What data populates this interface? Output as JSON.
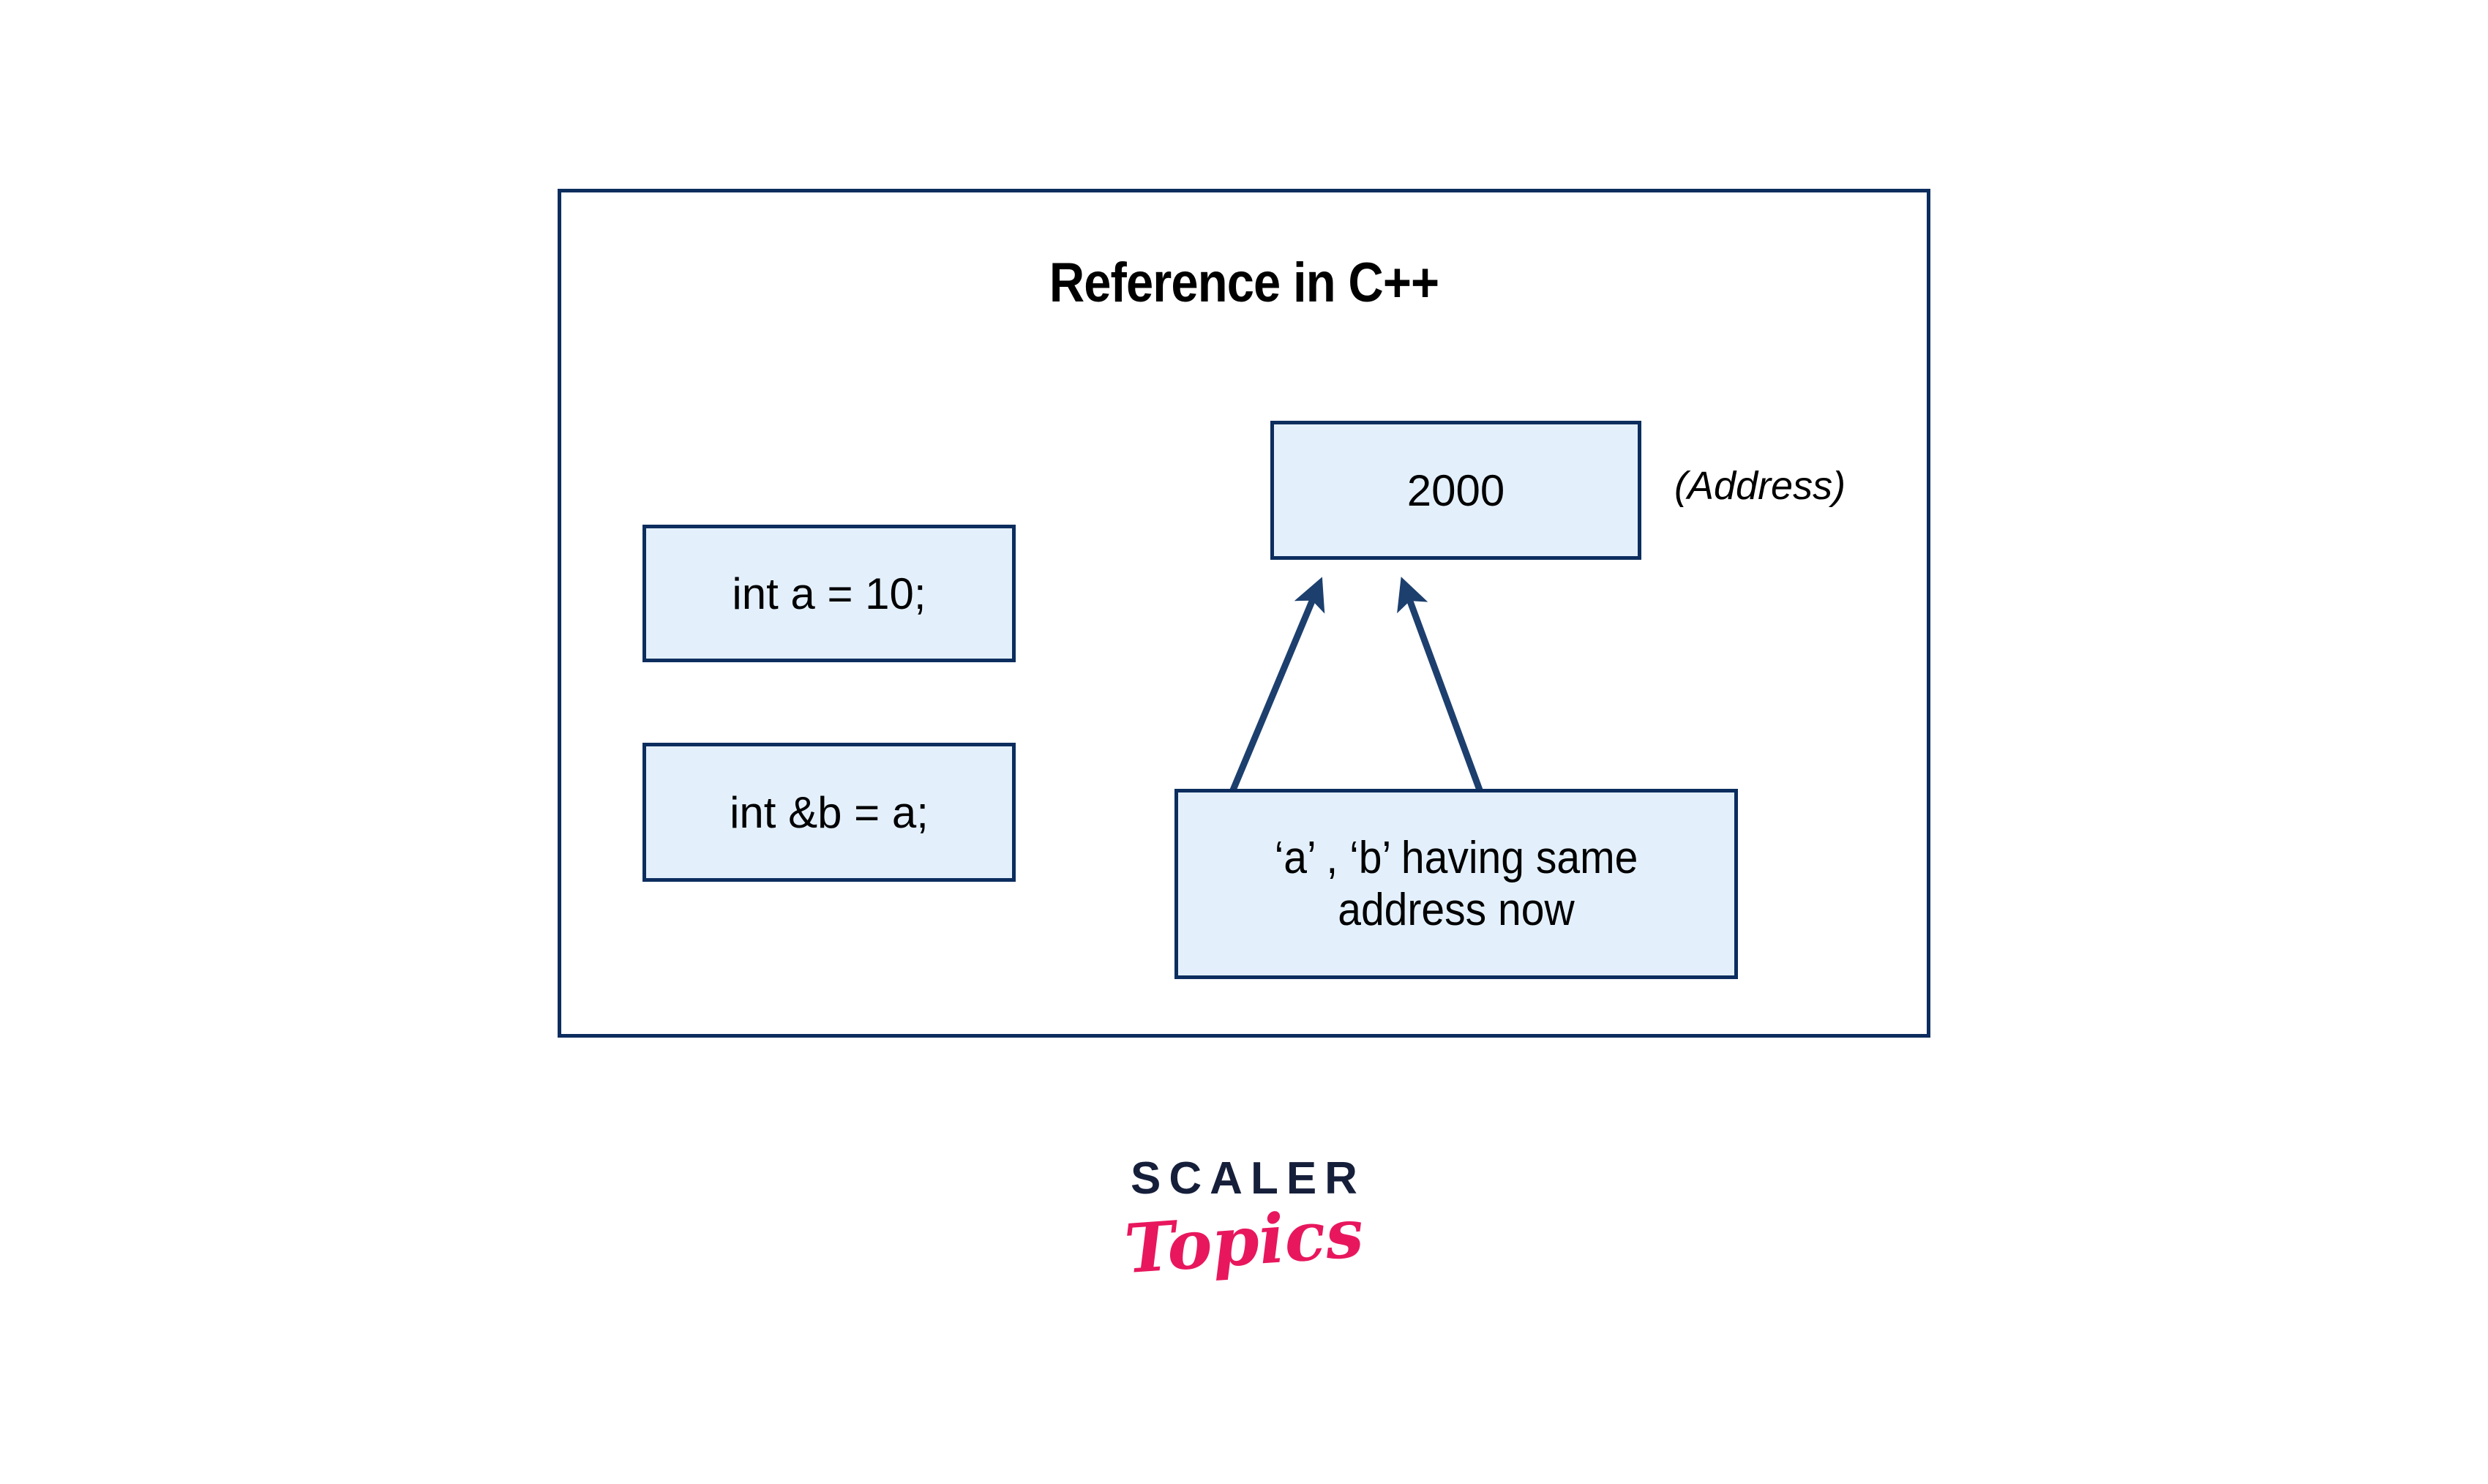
{
  "diagram": {
    "title": "Reference in C++",
    "frame_border_color": "#0c2d5e",
    "box_fill_color": "#e3f0fc",
    "arrow_color": "#1c3f6e",
    "boxes": {
      "declaration_a": "int a = 10;",
      "reference_b": "int &b = a;",
      "address_value": "2000",
      "note_line_1": "‘a’ , ‘b’ having same",
      "note_line_2": "address now"
    },
    "captions": {
      "address": "(Address)"
    },
    "pointer_labels": {
      "a": "‘a’",
      "b": "‘b’"
    }
  },
  "branding": {
    "name": "SCALER",
    "sub": "Topics",
    "name_color": "#161f3a",
    "sub_color": "#e8175d"
  }
}
